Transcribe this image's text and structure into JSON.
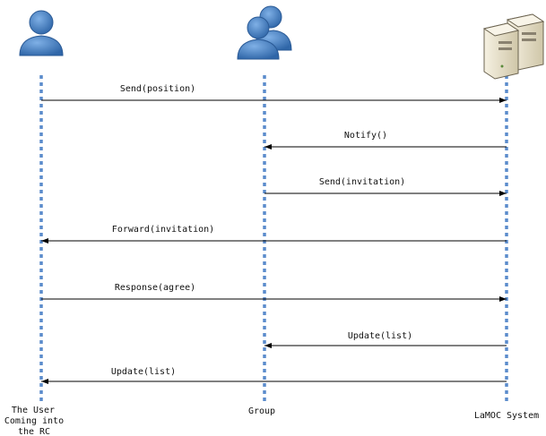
{
  "actors": [
    {
      "id": "user",
      "label_lines": [
        "The User",
        "Coming into",
        "the RC"
      ],
      "icon": "single-user-icon"
    },
    {
      "id": "group",
      "label_lines": [
        "Group"
      ],
      "icon": "user-group-icon"
    },
    {
      "id": "system",
      "label_lines": [
        "LaMOC System"
      ],
      "icon": "server-icon"
    }
  ],
  "messages": [
    {
      "label": "Send(position)",
      "from": "user",
      "to": "system"
    },
    {
      "label": "Notify()",
      "from": "system",
      "to": "group"
    },
    {
      "label": "Send(invitation)",
      "from": "group",
      "to": "system"
    },
    {
      "label": "Forward(invitation)",
      "from": "system",
      "to": "user"
    },
    {
      "label": "Response(agree)",
      "from": "user",
      "to": "system"
    },
    {
      "label": "Update(list)",
      "from": "system",
      "to": "group"
    },
    {
      "label": "Update(list)",
      "from": "system",
      "to": "user"
    }
  ],
  "colors": {
    "lifeline": "#5b8ccc",
    "person": "#4a82c4",
    "server": "#e8e0c8"
  }
}
